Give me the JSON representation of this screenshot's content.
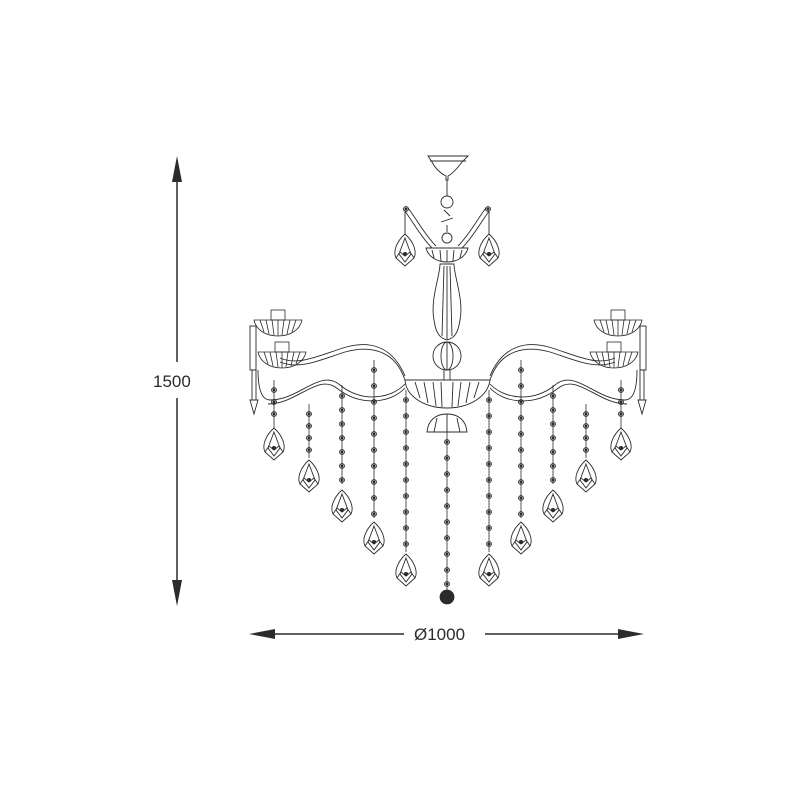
{
  "drawing": {
    "subject": "chandelier",
    "type": "technical dimension drawing",
    "line_color": "#2b2b2b",
    "background": "#ffffff"
  },
  "dimensions": {
    "height": {
      "label": "1500",
      "unit": "mm",
      "orientation": "vertical"
    },
    "diameter": {
      "label": "Ø1000",
      "unit": "mm",
      "orientation": "horizontal"
    }
  },
  "components": {
    "canopy": "ceiling-canopy",
    "arms_count": 8,
    "hanging_strands": 10,
    "bottom_ornament": "crystal-ball"
  }
}
